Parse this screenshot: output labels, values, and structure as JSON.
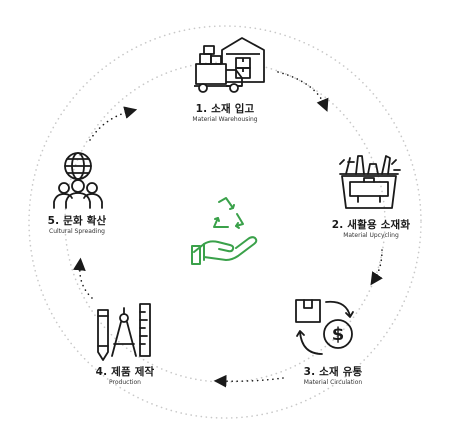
{
  "steps": [
    {
      "title": "1. 소재 입고",
      "subtitle": "Material Warehousing",
      "icon": "warehouse-truck-icon"
    },
    {
      "title": "2. 새활용 소재화",
      "subtitle": "Material Upcycling",
      "icon": "toolbox-icon"
    },
    {
      "title": "3. 소재 유통",
      "subtitle": "Material Circulation",
      "icon": "box-coin-exchange-icon"
    },
    {
      "title": "4. 제품 제작",
      "subtitle": "Production",
      "icon": "drafting-tools-icon"
    },
    {
      "title": "5. 문화 확산",
      "subtitle": "Cultural Spreading",
      "icon": "globe-people-icon"
    }
  ],
  "center": {
    "icon": "recycle-hand-icon"
  },
  "colors": {
    "accent": "#3aa14a",
    "line": "#1a1a1a",
    "dots": "#bdbdbd"
  }
}
